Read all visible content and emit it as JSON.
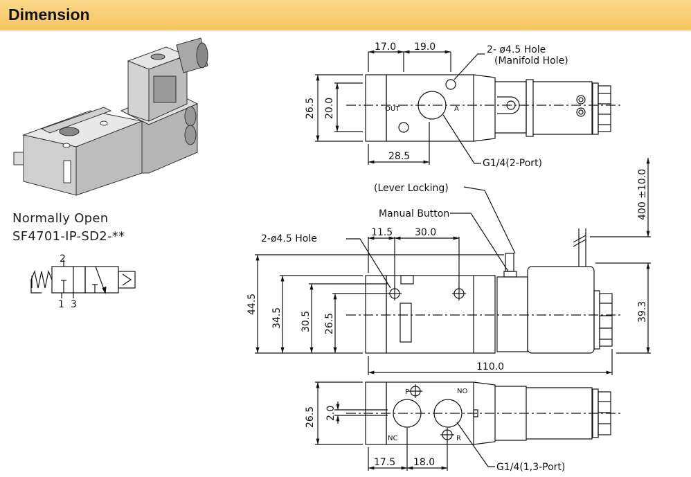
{
  "header": {
    "title": "Dimension"
  },
  "captions": {
    "mode": "Normally Open",
    "model": "SF4701-IP-SD2-**"
  },
  "symbol": {
    "port_2": "2",
    "port_1": "1",
    "port_3": "3"
  },
  "top_view": {
    "dim_17": "17.0",
    "dim_19": "19.0",
    "dim_26_5": "26.5",
    "dim_20": "20.0",
    "dim_28_5": "28.5",
    "out": "OUT",
    "a": "A",
    "hole_note_1": "2- ø4.5 Hole",
    "hole_note_2": "(Manifold Hole)",
    "port_note": "G1/4(2-Port)"
  },
  "side_view": {
    "lever": "(Lever Locking)",
    "manual": "Manual Button",
    "hole": "2-ø4.5 Hole",
    "dim_11_5": "11.5",
    "dim_30": "30.0",
    "dim_44_5": "44.5",
    "dim_34_5": "34.5",
    "dim_30_5": "30.5",
    "dim_26_5": "26.5",
    "dim_110": "110.0",
    "dim_39_3": "39.3",
    "dim_400": "400 ±10.0"
  },
  "bottom_view": {
    "dim_26_5": "26.5",
    "dim_2": "2.0",
    "dim_17_5": "17.5",
    "dim_18": "18.0",
    "p": "P",
    "no": "NO",
    "nc": "NC",
    "r": "R",
    "port_note": "G1/4(1,3-Port)"
  },
  "colors": {
    "header_bg": "#f6c560",
    "line": "#111111"
  }
}
